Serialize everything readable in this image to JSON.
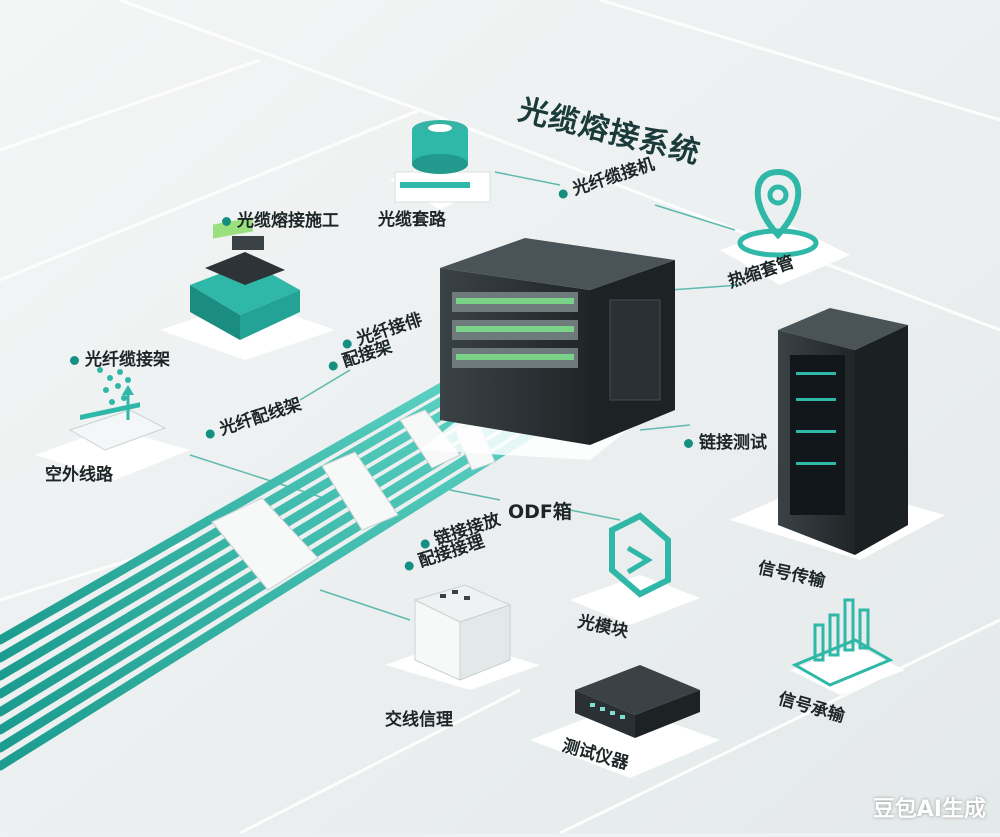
{
  "title": "光缆熔接系统",
  "labels": {
    "cable_sleeve": "光缆套路",
    "splicer": "光纤缆接机",
    "heat_shrink": "热缩套管",
    "construction": "光缆熔接施工",
    "fiber_frame": "光纤缆接架",
    "fiber_connect_a": "光纤接俳",
    "fiber_connect_b": "配接架",
    "fiber_distribution": "光纤配线架",
    "outdoor_line": "空外线路",
    "link_test": "链接测试",
    "odf_box": "ODF箱",
    "link_connect_a": "链接接放",
    "link_connect_b": "配接接理",
    "signal_transmission": "信号传输",
    "optical_module": "光模块",
    "cross_management": "交线信理",
    "test_instrument": "测试仪器",
    "signal_bearing": "信号承输"
  },
  "watermark": "豆包AI生成",
  "colors": {
    "teal": "#2fb7a8",
    "teal_dark": "#148f82",
    "rack": "#2b3134",
    "plate": "#ffffff",
    "floor": "#eef1f1"
  },
  "icons": [
    "cable-reel-icon",
    "location-pin-icon",
    "fusion-splicer-icon",
    "distribution-frame-icon",
    "server-rack-icon",
    "odf-cabinet-icon",
    "optical-module-icon",
    "bar-chart-icon",
    "network-switch-icon",
    "junction-box-icon"
  ]
}
